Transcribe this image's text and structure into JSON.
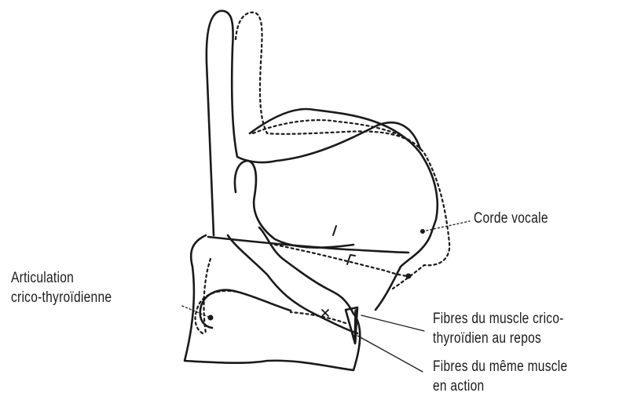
{
  "labels": {
    "corde_vocale": "Corde vocale",
    "articulation_line1": "Articulation",
    "articulation_line2": "crico-thyroïdienne",
    "fibres_repos_line1": "Fibres du muscle crico-",
    "fibres_repos_line2": "thyroïdien au repos",
    "fibres_action_line1": "Fibres du même muscle",
    "fibres_action_line2": "en action"
  },
  "colors": {
    "ink": "#1a1a1a",
    "background": "#ffffff"
  }
}
